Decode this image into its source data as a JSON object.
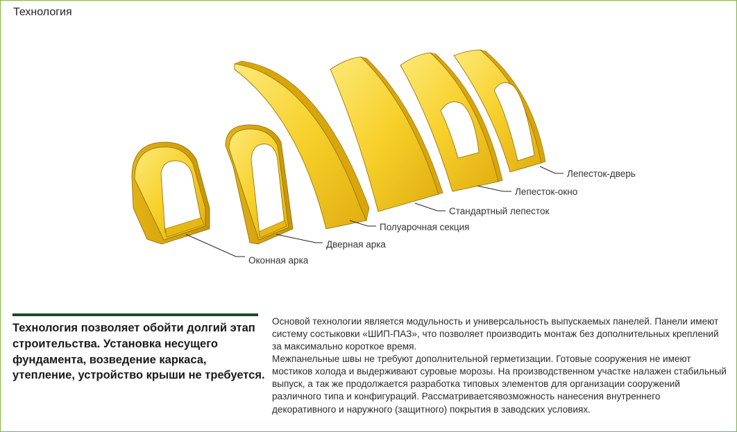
{
  "page": {
    "title": "Технология"
  },
  "diagram": {
    "colors": {
      "panel_light": "#fbe14a",
      "panel_mid": "#f5c81a",
      "panel_dark": "#d9a50c",
      "edge": "#8a6a08"
    },
    "labels": {
      "window_arch": "Оконная арка",
      "door_arch": "Дверная арка",
      "half_arch": "Полуарочная секция",
      "standard_petal": "Стандартный лепесток",
      "window_petal": "Лепесток-окно",
      "door_petal": "Лепесток-дверь"
    }
  },
  "summary": {
    "lead": "Технология позволяет обойти долгий этап строительства. Установка несущего фундамента, возведение каркаса, утепление, устройство крыши не требуется.",
    "paragraph_1": "Основой технологии является модульность и универсальность выпускаемых панелей.  Панели имеют систему состыковки «ШИП-ПАЗ», что позволяет производить монтаж без дополнительных креплений за максимально короткое время.",
    "paragraph_2": "Межпанельные швы не требуют дополнительной герметизации. Готовые сооружения не имеют мостиков холода и выдерживают суровые морозы. На производственном участке налажен стабильный выпуск, а так же продолжается разработка типовых элементов для организации сооружений различного типа и конфигураций. Рассматриваетсявозможность нанесения внутреннего декоративного и наружного (защитного) покрытия в заводских условиях."
  }
}
